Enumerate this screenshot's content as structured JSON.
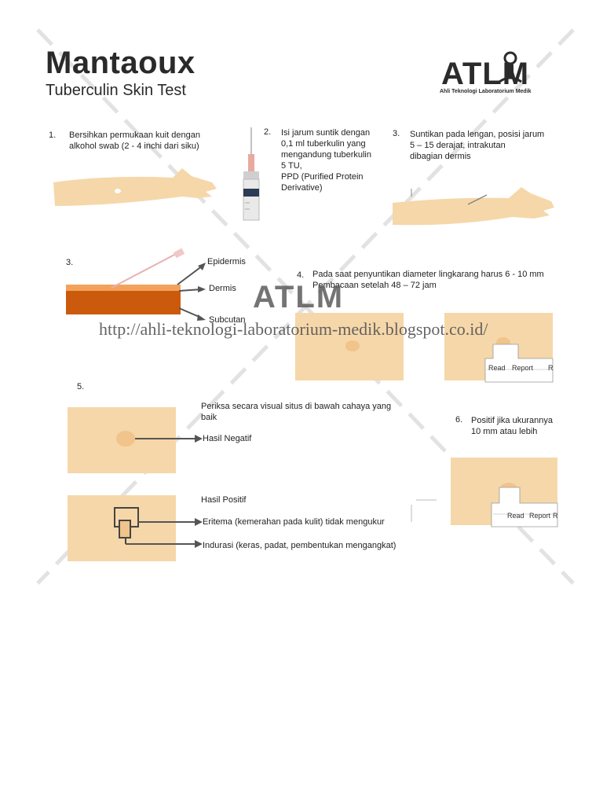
{
  "header": {
    "title": "Mantaoux",
    "subtitle": "Tuberculin Skin Test"
  },
  "logo": {
    "word": "ATLM",
    "tagline": "Ahli Teknologi Laboratorium Medik"
  },
  "watermark": {
    "word": "ATLM",
    "url": "http://ahli-teknologi-laboratorium-medik.blogspot.co.id/"
  },
  "steps": {
    "s1": {
      "num": "1.",
      "text": "Bersihkan permukaan kuit dengan alkohol swab (2 - 4 inchi dari siku)"
    },
    "s2": {
      "num": "2.",
      "lines": [
        "Isi jarum suntik dengan",
        "0,1 ml tuberkulin yang",
        "mengandung tuberkulin",
        "5 TU,",
        "PPD (Purified Protein",
        "Derivative)"
      ]
    },
    "s3": {
      "num": "3.",
      "lines": [
        "Suntikan pada lengan, posisi jarum",
        "5 – 15 derajat, intrakutan",
        "dibagian dermis"
      ]
    },
    "s3b": {
      "num": "3."
    },
    "s4": {
      "num": "4.",
      "lines": [
        "Pada saat penyuntikan diameter lingkarang harus 6 - 10 mm",
        "Pembacaan setelah 48 – 72 jam"
      ]
    },
    "s5": {
      "num": "5."
    },
    "s6": {
      "num": "6.",
      "lines": [
        "Positif jika ukurannya",
        "10 mm atau lebih"
      ]
    }
  },
  "layers": {
    "epidermis": "Epidermis",
    "dermis": "Dermis",
    "subcutan": "Subcutan"
  },
  "results": {
    "check_lines": [
      "Periksa secara visual situs di bawah cahaya yang",
      "baik"
    ],
    "negative": "Hasil Negatif",
    "positive_title": "Hasil Positif",
    "erythema": "Eritema (kemerahan pada kulit) tidak mengukur",
    "induration": "Indurasi (keras, padat, pembentukan mengangkat)"
  },
  "ruler": {
    "read": "Read",
    "report": "Report",
    "end": "R"
  },
  "colors": {
    "skin": "#f6d7a9",
    "epidermis": "#f2a25b",
    "dermis": "#cc5a0c",
    "wheal": "#f0c48a",
    "arrow": "#555555"
  }
}
